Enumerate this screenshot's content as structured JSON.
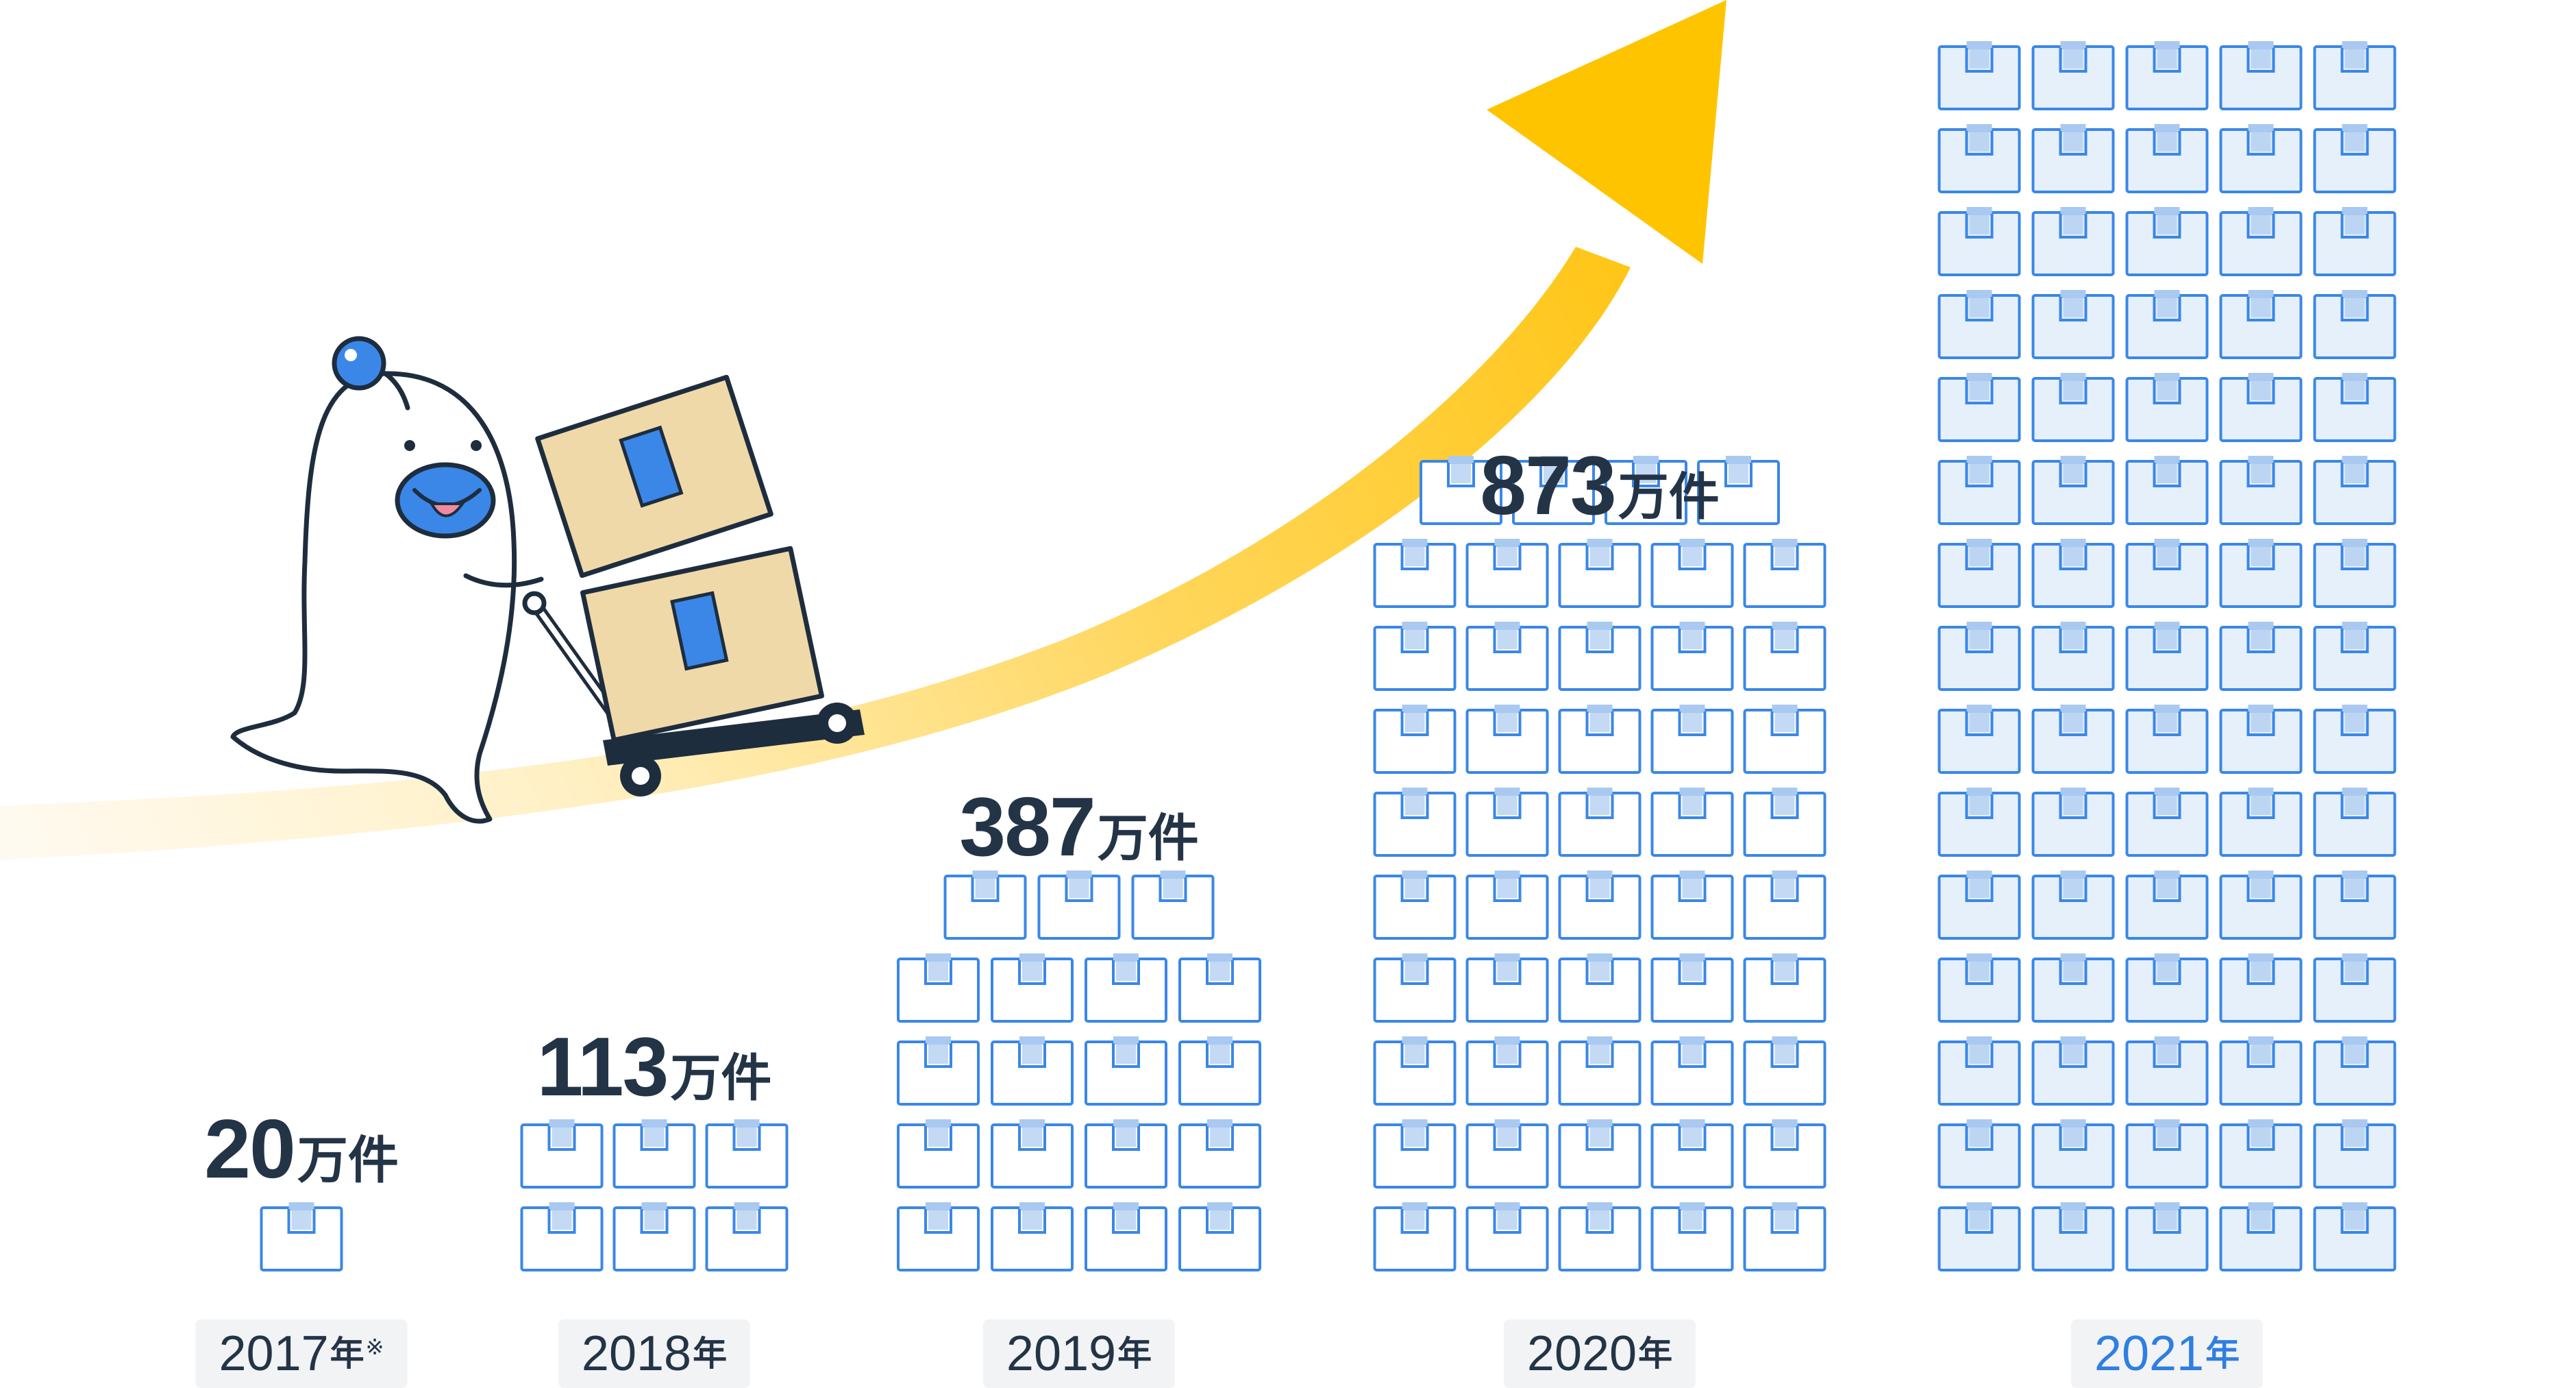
{
  "chart_data": {
    "type": "bar",
    "categories": [
      "2017",
      "2018",
      "2019",
      "2020",
      "2021"
    ],
    "values": [
      20,
      113,
      387,
      873,
      null
    ],
    "value_unit": "万件",
    "box_counts": [
      1,
      6,
      19,
      49,
      75
    ],
    "year_suffix": "年",
    "note_mark": "※",
    "note_on_category": 0,
    "highlight_category": 4,
    "trend_arrow": true,
    "colors": {
      "box_stroke": "#3a87e8",
      "box_fill": "#e6f0fb",
      "box_tape": "#a9c9f0",
      "box_fill_white": "#ffffff",
      "arrow_gold": "#ffc400",
      "arrow_pale": "#fff3c9",
      "text": "#243447",
      "highlight": "#2f7fe0",
      "tag_bg": "#f2f3f5"
    },
    "labels": [
      {
        "num": "20",
        "unit": "万件"
      },
      {
        "num": "113",
        "unit": "万件"
      },
      {
        "num": "387",
        "unit": "万件"
      },
      {
        "num": "873",
        "unit": "万件"
      }
    ],
    "year_labels": [
      {
        "year": "2017",
        "suffix": "年",
        "note": "※"
      },
      {
        "year": "2018",
        "suffix": "年"
      },
      {
        "year": "2019",
        "suffix": "年"
      },
      {
        "year": "2020",
        "suffix": "年"
      },
      {
        "year": "2021",
        "suffix": "年"
      }
    ]
  },
  "illustration": {
    "character": "mascot-pushing-hand-truck-icon",
    "cargo": "cardboard-box-icon"
  }
}
